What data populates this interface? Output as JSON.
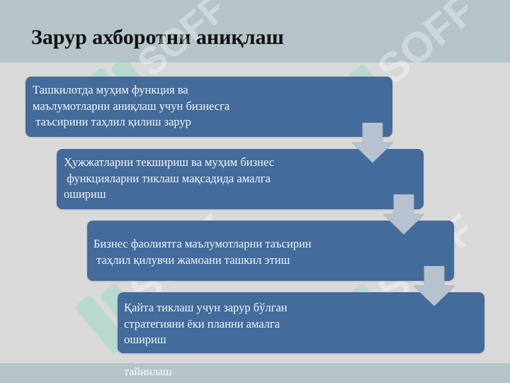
{
  "slide": {
    "title": "Зарур ахборотни аниқлаш",
    "steps": [
      {
        "text": "Ташкилотда муҳим функция ва\nмаълумотларни аниқлаш учун бизнесга\n таъсирини таҳлил қилиш зарур"
      },
      {
        "text": "Ҳужжатларни текшириш ва муҳим бизнес\n функцияларни тиклаш мақсадида амалга\nошириш"
      },
      {
        "text": "Бизнес фаолиятга маълумотларни таъсирин\n таҳлил қилувчи жамоани ташкил этиш"
      },
      {
        "text": "Қайта тиклаш учун зарур бўлган\nстратегияни ёки планни амалга\nошириш"
      }
    ],
    "overflow_text": "тайинлаш",
    "watermark_text": "SOFF"
  },
  "colors": {
    "header_band": "#b4c4c8",
    "background": "#d9d9d9",
    "step_fill": "#436b9b",
    "step_text": "#f2f4f8",
    "arrow_fill": "#b8c2cf",
    "watermark": "#7fd8c2"
  }
}
